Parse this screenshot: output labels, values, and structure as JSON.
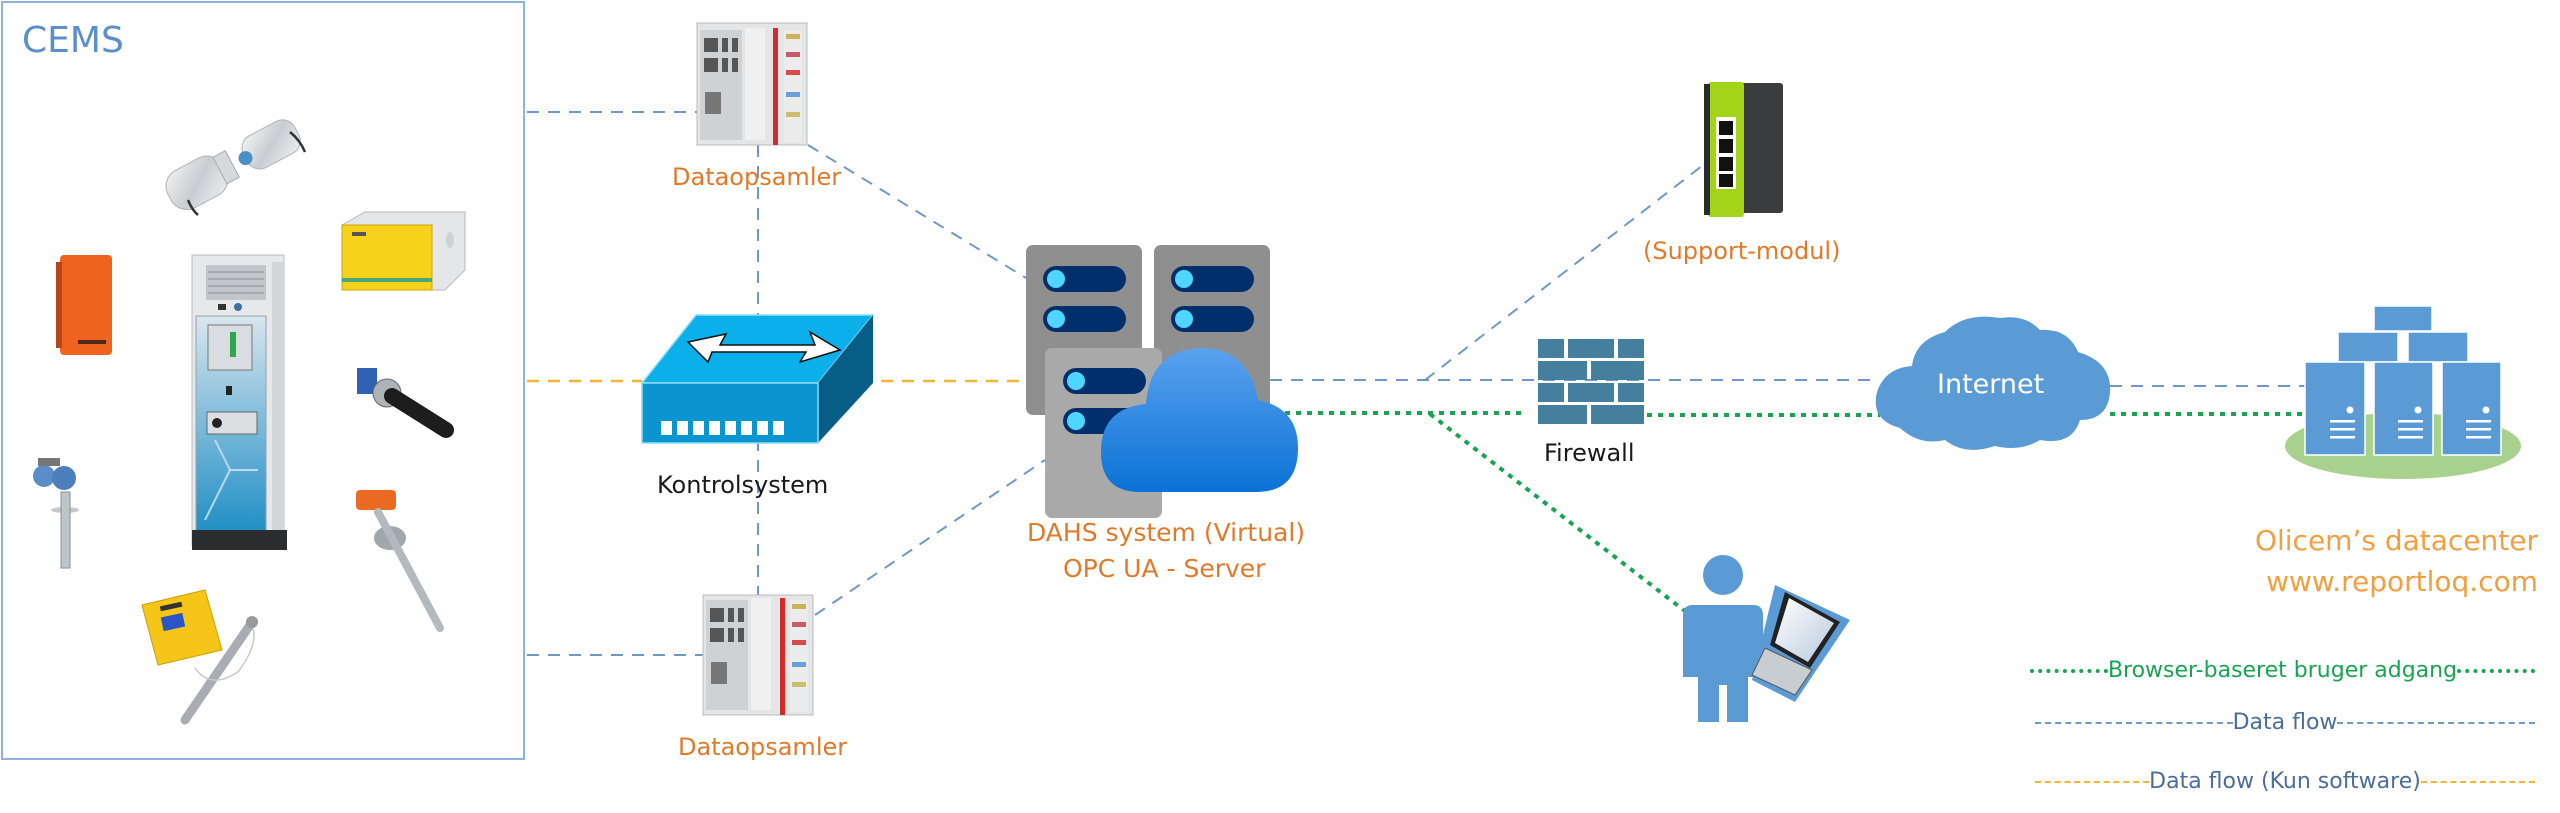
{
  "cems": {
    "title": "CEMS",
    "devices": [
      "opacity-monitor",
      "orange-analyzer-box",
      "analyzer-cabinet",
      "yellow-rack-analyzer",
      "dust-probe",
      "pressure-transmitter-probe",
      "flow-probe",
      "yellow-analyzer-with-probe"
    ]
  },
  "nodes": {
    "dataopsamler_top": "Dataopsamler",
    "dataopsamler_bottom": "Dataopsamler",
    "kontrolsystem": "Kontrolsystem",
    "dahs_line1": "DAHS system (Virtual)",
    "dahs_line2": "OPC UA - Server",
    "support_modul": "(Support-modul)",
    "firewall": "Firewall",
    "internet": "Internet",
    "datacenter_line1": "Olicem’s datacenter",
    "datacenter_line2": "www.reportloq.com"
  },
  "legend": {
    "browser_access": "Browser-baseret bruger adgang",
    "data_flow": "Data flow",
    "data_flow_software": "Data flow (Kun software)"
  },
  "colors": {
    "data_flow": "#6f98c8",
    "software_flow": "#f2b632",
    "browser_access": "#1aa352",
    "label_orange": "#e07a2a",
    "cems_border": "#8fb2dc",
    "node_blue": "#5b9bd5",
    "firewall": "#44809e",
    "switch_top": "#0bb0ea",
    "switch_front": "#0a95d0",
    "switch_side": "#065e86",
    "datacenter_base": "#a9d18e"
  }
}
